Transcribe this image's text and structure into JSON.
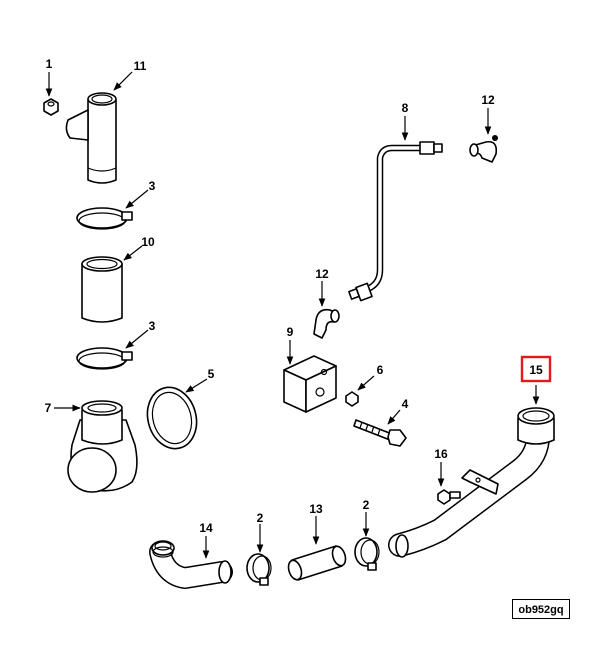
{
  "callouts": {
    "c1": "1",
    "c11": "11",
    "c3a": "3",
    "c10": "10",
    "c3b": "3",
    "c5": "5",
    "c7": "7",
    "c8": "8",
    "c12a": "12",
    "c12b": "12",
    "c9": "9",
    "c6": "6",
    "c4": "4",
    "c15": "15",
    "c16": "16",
    "c14": "14",
    "c2a": "2",
    "c13": "13",
    "c2b": "2"
  },
  "highlight_color": "#e31a1c",
  "reference_code": "ob952gq"
}
